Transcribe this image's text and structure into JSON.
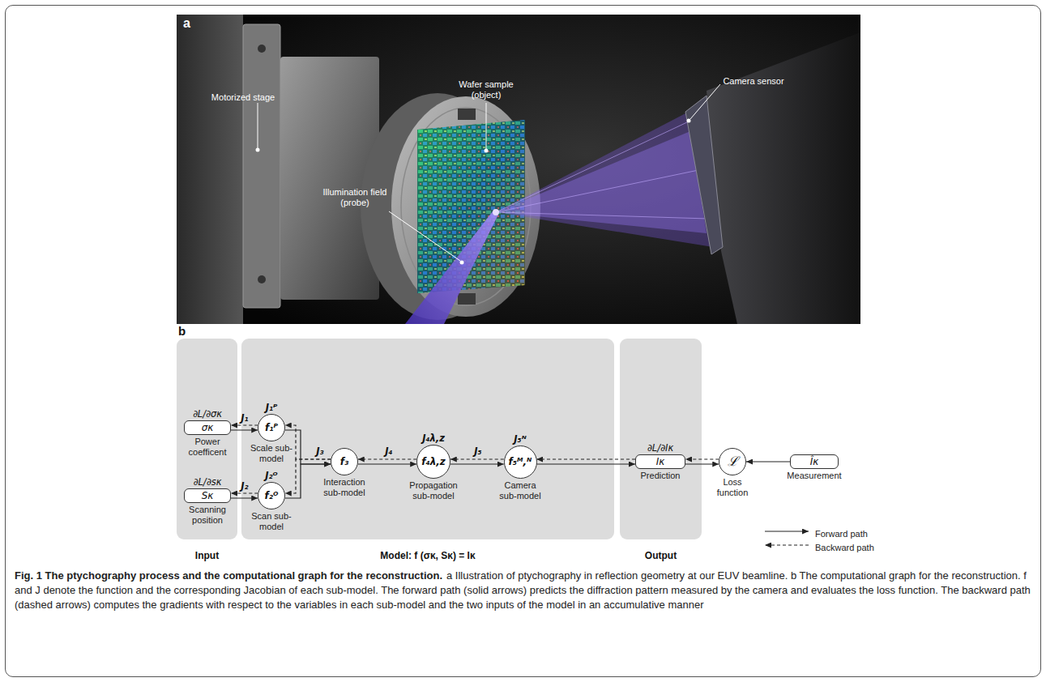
{
  "diagram": {
    "title": "Fig. 1 The ptychography process and the computational graph for the reconstruction.",
    "caption": "a Illustration of ptychography in reflection geometry at our EUV beamline. b The computational graph for the reconstruction. f and J denote the function and the corresponding Jacobian of each sub-model. The forward path (solid arrows) predicts the diffraction pattern measured by the camera and evaluates the loss function. The backward path (dashed arrows) computes the gradients with respect to the variables in each sub-model and the two inputs of the model in an accumulative manner",
    "nodes": [
      {
        "text": [
          "Input"
        ]
      },
      {
        "text": [
          "∂L/∂σκ",
          "σκ",
          "Power coefficent"
        ],
        "in": 0
      },
      {
        "text": [
          "∂L/∂sκ",
          "Sκ",
          "Scanning position"
        ],
        "in": 0
      },
      {
        "text": [
          "Model: f (σκ, Sκ) = Iκ"
        ]
      },
      {
        "text": [
          "J₁ᴾ",
          "f₁ᴾ",
          "Scale sub-model"
        ],
        "in": 3
      },
      {
        "text": [
          "J₂ᴼ",
          "f₂ᴼ",
          "Scan sub-model"
        ],
        "in": 3
      },
      {
        "text": [
          "f₃",
          "Interaction sub-model"
        ],
        "in": 3
      },
      {
        "text": [
          "J₄λ,z",
          "f₄λ,z",
          "Propagation sub-model"
        ],
        "in": 3
      },
      {
        "text": [
          "J₅ᴺ",
          "f₅ᴹ,ᴺ",
          "Camera sub-model"
        ],
        "in": 3
      },
      {
        "text": [
          "Output"
        ]
      },
      {
        "text": [
          "∂L/∂Iκ",
          "Iκ",
          "Prediction"
        ],
        "in": 9
      },
      {
        "text": [
          "ℒ",
          "Loss function"
        ]
      },
      {
        "text": [
          "Îκ",
          "Measurement"
        ]
      }
    ],
    "edges": [
      {
        "from": 1,
        "to": 4,
        "arrow": "to"
      },
      {
        "from": 4,
        "to": 1,
        "arrow": "to",
        "label": "J₁"
      },
      {
        "from": 2,
        "to": 5,
        "arrow": "to"
      },
      {
        "from": 5,
        "to": 2,
        "arrow": "to",
        "label": "J₂"
      },
      {
        "from": 4,
        "to": 6,
        "arrow": "to"
      },
      {
        "from": 5,
        "to": 6,
        "arrow": "to"
      },
      {
        "from": 6,
        "to": 4,
        "arrow": "to",
        "label": "J₃"
      },
      {
        "from": 6,
        "to": 5,
        "arrow": "to"
      },
      {
        "from": 6,
        "to": 7,
        "arrow": "to"
      },
      {
        "from": 7,
        "to": 6,
        "arrow": "to",
        "label": "J₄"
      },
      {
        "from": 7,
        "to": 8,
        "arrow": "to"
      },
      {
        "from": 8,
        "to": 7,
        "arrow": "to",
        "label": "J₅"
      },
      {
        "from": 8,
        "to": 10,
        "arrow": "to"
      },
      {
        "from": 10,
        "to": 8,
        "arrow": "to"
      },
      {
        "from": 10,
        "to": 11,
        "arrow": "to"
      },
      {
        "from": 11,
        "to": 10,
        "arrow": "to"
      },
      {
        "from": 12,
        "to": 11,
        "arrow": "to"
      }
    ],
    "labels": [
      "a",
      "Motorized stage",
      "Wafer sample (object)",
      "Camera sensor",
      "Illumination field (probe)",
      "b"
    ],
    "legend": [
      {
        "text": "Forward path"
      },
      {
        "text": "Backward path"
      }
    ]
  }
}
